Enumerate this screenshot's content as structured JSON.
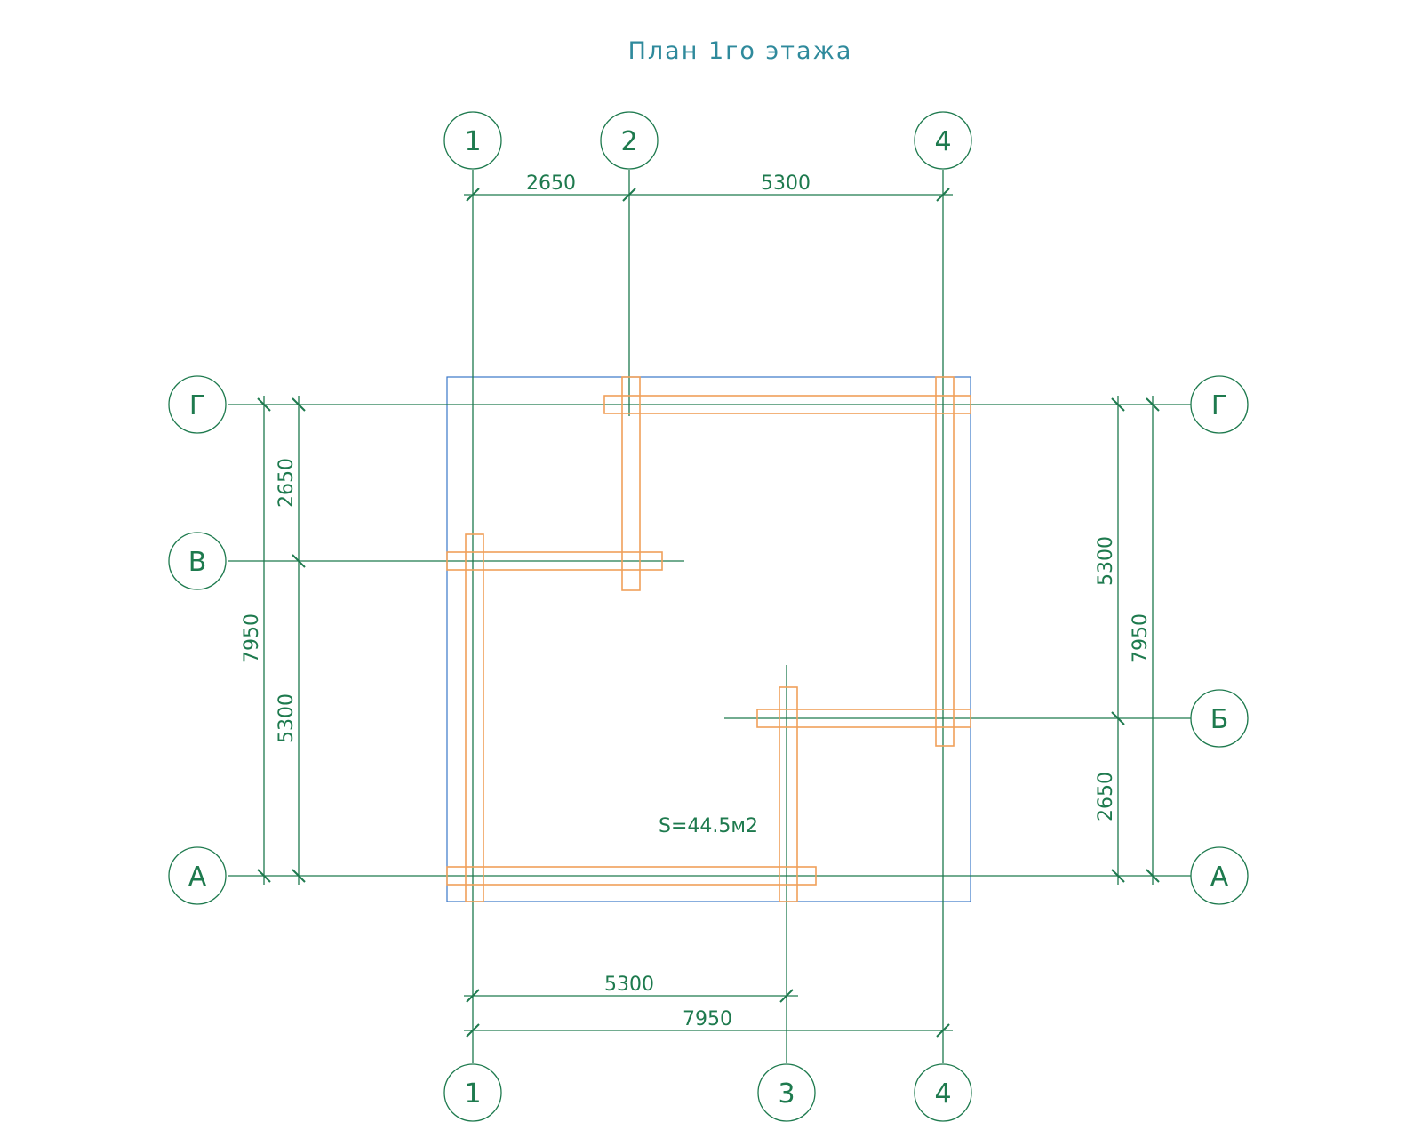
{
  "title": "План 1го этажа",
  "area_label": "S=44.5м2",
  "colors": {
    "grid": "#1e7a4e",
    "title": "#2f8a9c",
    "slab": "#3a77c8",
    "wall": "#f0a05a"
  },
  "axes": {
    "top": [
      "1",
      "2",
      "4"
    ],
    "bottom": [
      "1",
      "3",
      "4"
    ],
    "left": [
      "Г",
      "В",
      "А"
    ],
    "right": [
      "Г",
      "Б",
      "А"
    ]
  },
  "dimensions": {
    "top_1_2": "2650",
    "top_2_4": "5300",
    "bottom_1_3": "5300",
    "bottom_1_4": "7950",
    "left_total": "7950",
    "left_G_V": "2650",
    "left_V_A": "5300",
    "right_G_B": "5300",
    "right_B_A": "2650",
    "right_total": "7950"
  }
}
